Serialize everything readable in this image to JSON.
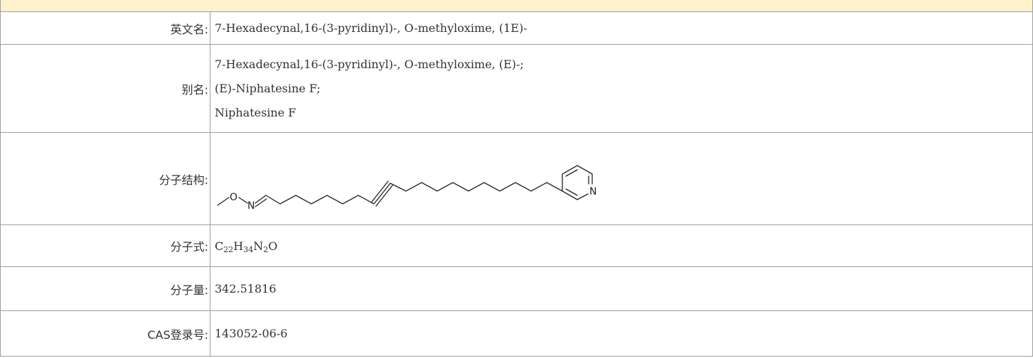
{
  "header": {
    "bg_color": "#fdf2cc"
  },
  "rows": {
    "english_name": {
      "label": "英文名:",
      "value": "7-Hexadecynal,16-(3-pyridinyl)-, O-methyloxime, (1E)-"
    },
    "synonyms": {
      "label": "别名:",
      "items": [
        "7-Hexadecynal,16-(3-pyridinyl)-, O-methyloxime, (E)-;",
        "(E)-Niphatesine F;",
        "Niphatesine F"
      ]
    },
    "structure": {
      "label": "分子结构:",
      "atoms": {
        "o": "O",
        "n_oxime": "N",
        "n_pyridine": "N"
      }
    },
    "formula": {
      "label": "分子式:",
      "parts": [
        {
          "el": "C",
          "n": "22"
        },
        {
          "el": "H",
          "n": "34"
        },
        {
          "el": "N",
          "n": "2"
        },
        {
          "el": "O",
          "n": ""
        }
      ]
    },
    "mol_weight": {
      "label": "分子量:",
      "value": "342.51816"
    },
    "cas": {
      "label": "CAS登录号:",
      "value": "143052-06-6"
    }
  }
}
